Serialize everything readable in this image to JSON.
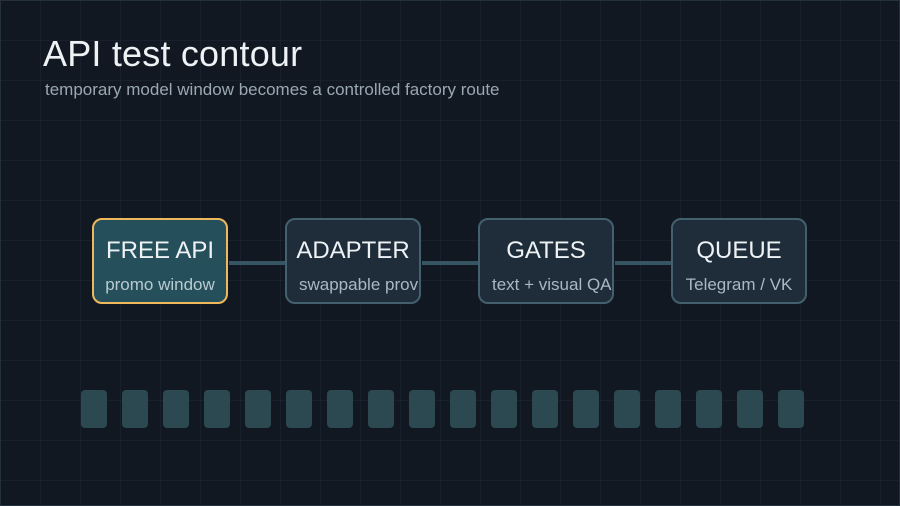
{
  "header": {
    "title": "API test contour",
    "subtitle": "temporary model window becomes a controlled factory route"
  },
  "nodes": [
    {
      "title": "FREE API",
      "subtitle": "promo window",
      "active": true
    },
    {
      "title": "ADAPTER",
      "subtitle": "swappable provid",
      "active": false
    },
    {
      "title": "GATES",
      "subtitle": "text + visual QA",
      "active": false
    },
    {
      "title": "QUEUE",
      "subtitle": "Telegram / VK",
      "active": false
    }
  ],
  "queue": {
    "slot_count": 18
  },
  "colors": {
    "background": "#111821",
    "accent": "#f0b85c",
    "active_node_fill": "#25505b",
    "node_fill": "#1e2d39",
    "node_border": "#43606e",
    "connector": "#355563",
    "queue_slot": "#2c4850"
  }
}
